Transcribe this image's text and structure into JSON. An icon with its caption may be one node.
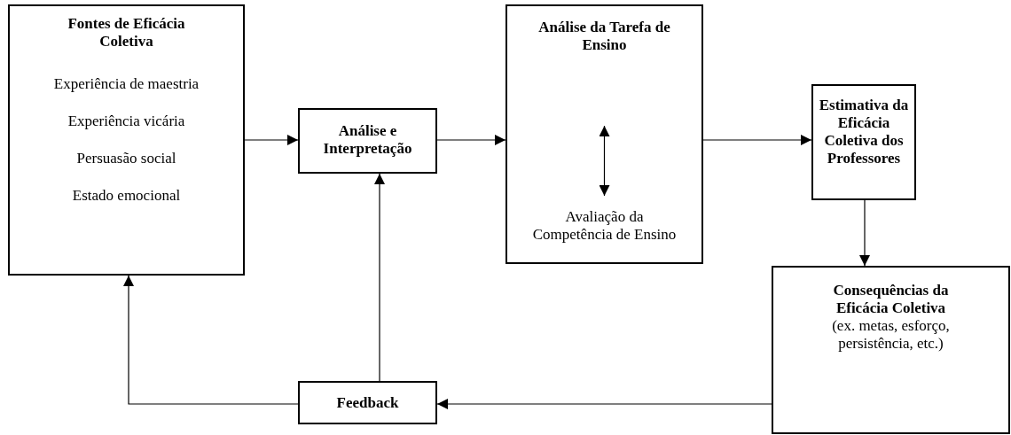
{
  "diagram": {
    "nodes": [
      {
        "text": [
          "Fontes de Eficácia Coletiva",
          "Experiência de maestria",
          "Experiência vicária",
          "Persuasão social",
          "Estado emocional"
        ]
      },
      {
        "text": [
          "Análise e Interpretação"
        ]
      },
      {
        "text": [],
        "shape": "box"
      },
      {
        "text": [
          "Análise da Tarefa de Ensino"
        ],
        "in": 2
      },
      {
        "text": [
          "Avaliação da Competência de Ensino"
        ],
        "in": 2
      },
      {
        "text": [
          "Estimativa da Eficácia Coletiva dos Professores"
        ]
      },
      {
        "text": [
          "Consequências da Eficácia Coletiva",
          "(ex. metas, esforço, persistência, etc.)"
        ]
      },
      {
        "text": [
          "Feedback"
        ]
      }
    ],
    "edges": [
      {
        "from": 0,
        "to": 1,
        "arrow": "to"
      },
      {
        "from": 1,
        "to": 2,
        "arrow": "to"
      },
      {
        "from": 3,
        "to": 4,
        "arrow": "both"
      },
      {
        "from": 2,
        "to": 5,
        "arrow": "to"
      },
      {
        "from": 5,
        "to": 6,
        "arrow": "to"
      },
      {
        "from": 6,
        "to": 7,
        "arrow": "to"
      },
      {
        "from": 7,
        "to": 1,
        "arrow": "to"
      },
      {
        "from": 7,
        "to": 0,
        "arrow": "to"
      }
    ]
  }
}
